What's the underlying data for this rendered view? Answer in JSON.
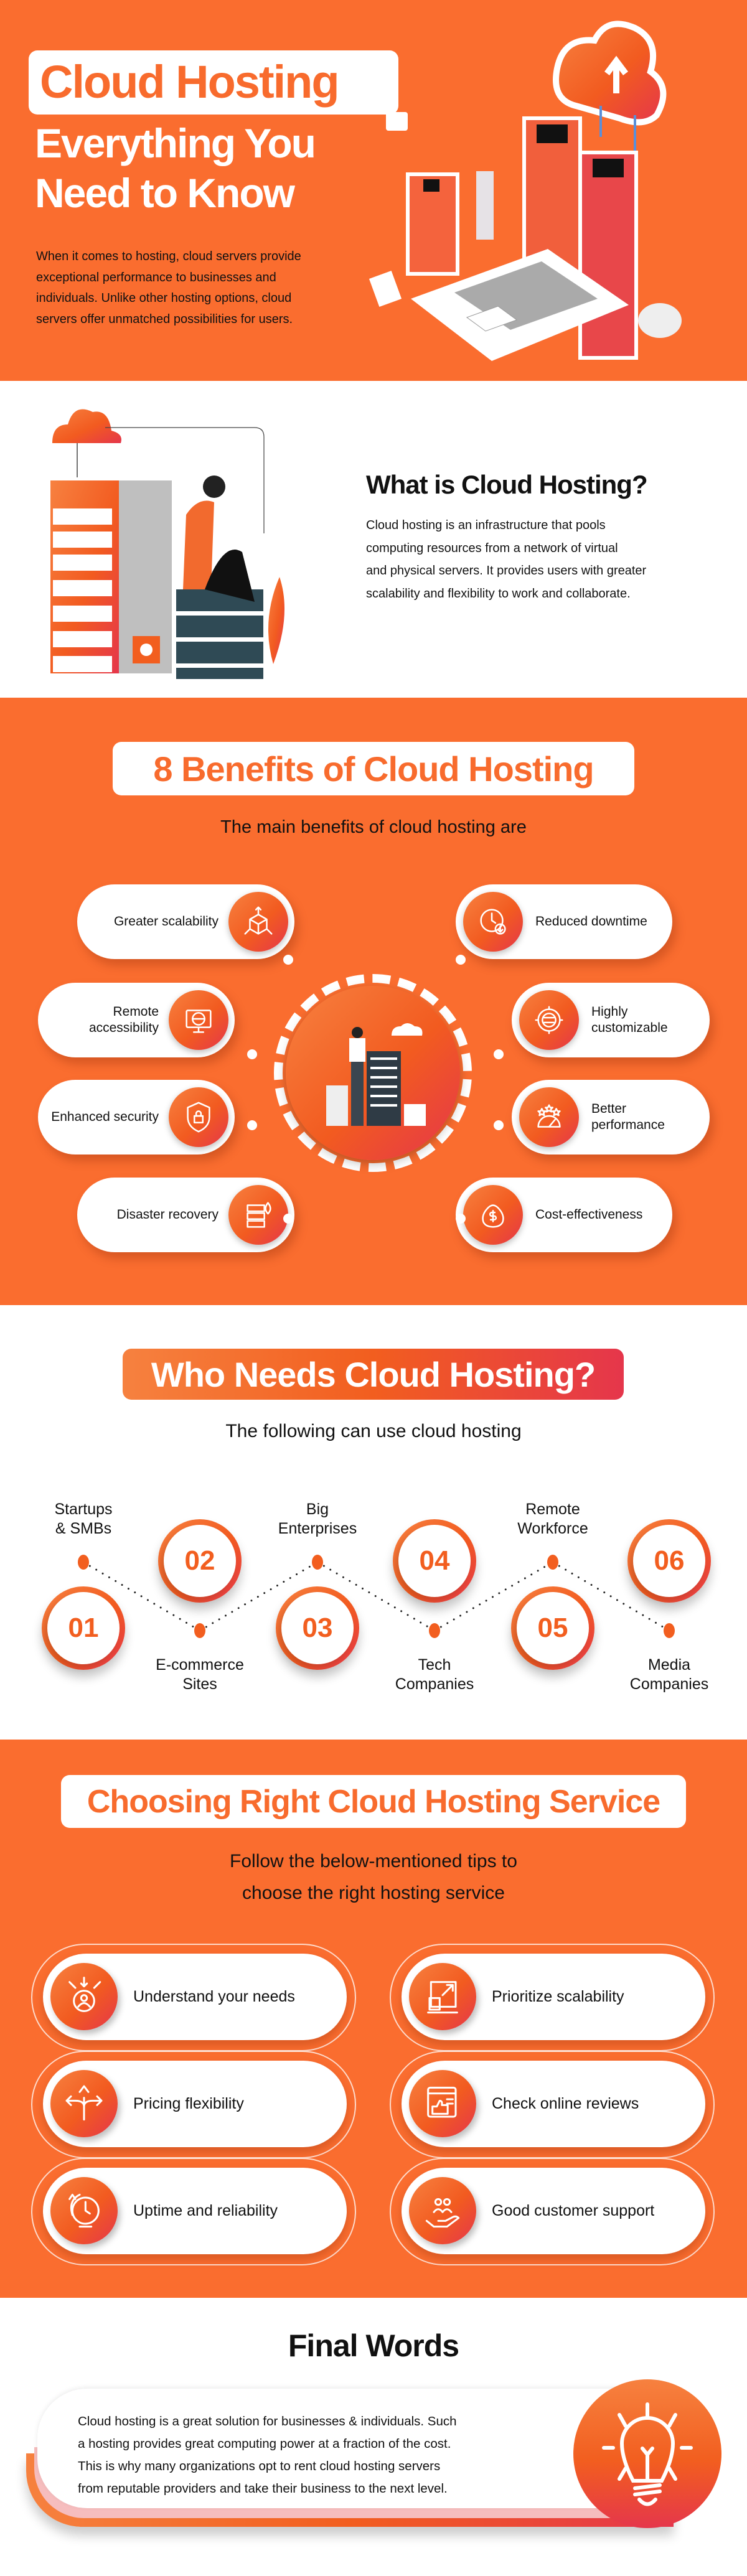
{
  "colors": {
    "primary": "#FA6D2F",
    "accent_red": "#E5364B",
    "text": "#111111"
  },
  "hero": {
    "title": "Cloud Hosting",
    "subtitle_line1": "Everything You",
    "subtitle_line2": "Need to Know",
    "intro": [
      "When it comes to hosting, cloud servers provide",
      "exceptional performance to businesses and",
      "individuals. Unlike other hosting options, cloud",
      "servers offer unmatched possibilities for users."
    ]
  },
  "what_is": {
    "heading": "What is Cloud Hosting?",
    "body": [
      "Cloud hosting is an infrastructure that pools",
      "computing resources from a network of virtual",
      "and physical servers. It provides users with greater",
      "scalability and flexibility to work and collaborate."
    ]
  },
  "benefits": {
    "heading": "8 Benefits of Cloud Hosting",
    "subheading": "The main benefits of cloud hosting are",
    "items": [
      {
        "label": "Greater scalability",
        "icon": "cube-arrows-icon"
      },
      {
        "label": "Remote accessibility",
        "icon": "globe-monitor-icon"
      },
      {
        "label": "Enhanced security",
        "icon": "shield-lock-icon"
      },
      {
        "label": "Disaster recovery",
        "icon": "server-fire-icon"
      },
      {
        "label": "Reduced downtime",
        "icon": "clock-down-icon"
      },
      {
        "label": "Highly customizable",
        "icon": "gear-sliders-icon"
      },
      {
        "label": "Better performance",
        "icon": "gauge-stars-icon"
      },
      {
        "label": "Cost-effectiveness",
        "icon": "money-bag-icon"
      }
    ]
  },
  "who_needs": {
    "heading": "Who Needs Cloud Hosting?",
    "subheading": "The following can use cloud hosting",
    "items": [
      {
        "number": "01",
        "label": [
          "Startups",
          "& SMBs"
        ]
      },
      {
        "number": "02",
        "label": [
          "E-commerce",
          "Sites"
        ]
      },
      {
        "number": "03",
        "label": [
          "Big",
          "Enterprises"
        ]
      },
      {
        "number": "04",
        "label": [
          "Tech",
          "Companies"
        ]
      },
      {
        "number": "05",
        "label": [
          "Remote",
          "Workforce"
        ]
      },
      {
        "number": "06",
        "label": [
          "Media",
          "Companies"
        ]
      }
    ]
  },
  "choosing": {
    "heading": "Choosing Right Cloud Hosting Service",
    "subheading": [
      "Follow the below-mentioned tips to",
      "choose the right hosting service"
    ],
    "items": [
      {
        "label": "Understand your needs",
        "icon": "user-target-icon"
      },
      {
        "label": "Prioritize scalability",
        "icon": "resize-icon"
      },
      {
        "label": "Pricing flexibility",
        "icon": "split-arrows-icon"
      },
      {
        "label": "Check online reviews",
        "icon": "reviews-thumb-icon"
      },
      {
        "label": "Uptime and reliability",
        "icon": "stopwatch-icon"
      },
      {
        "label": "Good customer support",
        "icon": "hand-people-icon"
      }
    ]
  },
  "final": {
    "heading": "Final Words",
    "body": [
      "Cloud hosting is a great solution for businesses & individuals. Such",
      "a hosting provides great computing power at a fraction of the cost.",
      "This is why many organizations opt to rent cloud hosting servers",
      "from reputable providers and take their business to the next level."
    ]
  }
}
